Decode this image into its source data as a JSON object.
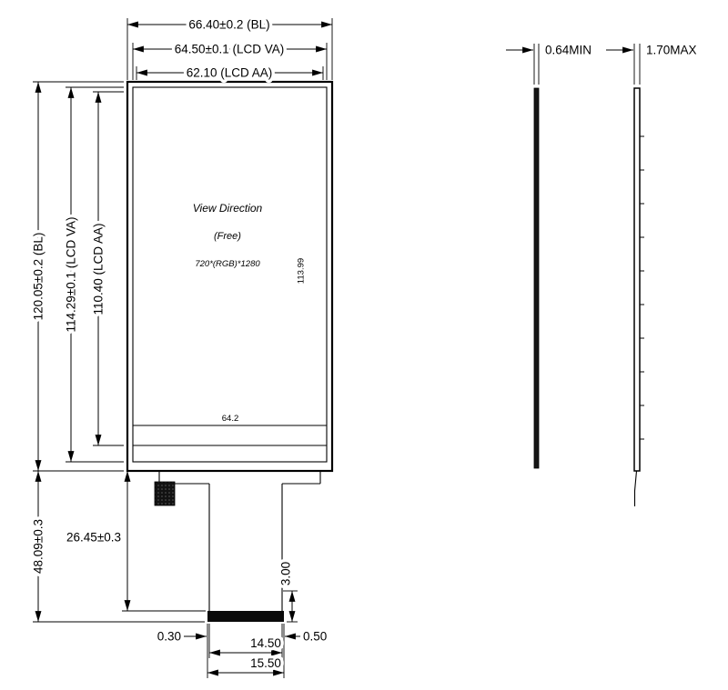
{
  "drawing": {
    "front": {
      "dim_width_bl": "66.40±0.2 (BL)",
      "dim_width_va": "64.50±0.1 (LCD VA)",
      "dim_width_aa": "62.10 (LCD AA)",
      "dim_height_bl": "120.05±0.2 (BL)",
      "dim_height_va": "114.29±0.1 (LCD VA)",
      "dim_height_aa": "110.40 (LCD AA)",
      "view_direction": "View Direction",
      "view_mode": "(Free)",
      "resolution": "720*(RGB)*1280",
      "inner_height": "113.99",
      "inner_width": "64.2"
    },
    "fpc": {
      "dim_total": "48.09±0.3",
      "dim_fpc_len": "26.45±0.3",
      "dim_connector_h": "3.00",
      "dim_left_offset": "0.30",
      "dim_right_offset": "0.50",
      "dim_tail_w": "14.50",
      "dim_connector_w": "15.50"
    },
    "side": {
      "dim_thickness_min": "0.64MIN",
      "dim_thickness_max": "1.70MAX"
    }
  }
}
